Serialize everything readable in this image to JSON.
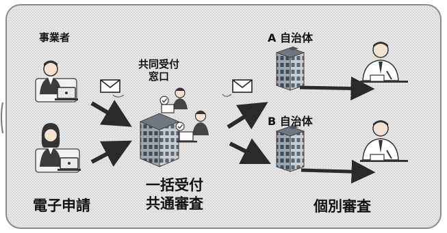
{
  "labels": {
    "applicants": "事業者",
    "joint_window": "共同受付\n窓口",
    "muni_a": "A 自治体",
    "muni_b": "B 自治体",
    "e_application": "電子申請",
    "batch_review": "一括受付\n共通審査",
    "individual_review": "個別審査"
  }
}
